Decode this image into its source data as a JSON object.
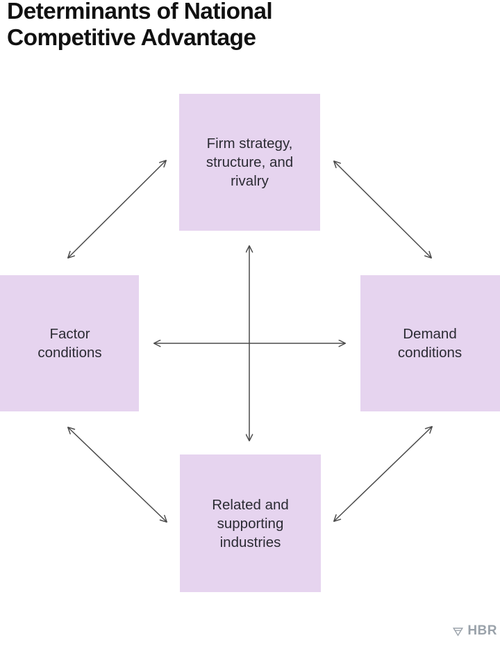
{
  "page": {
    "title": "Determinants of National\nCompetitive Advantage",
    "background_color": "#ffffff"
  },
  "diagram": {
    "type": "diamond-model",
    "box_fill_color": "#e6d4ef",
    "box_text_color": "#2b2b33",
    "arrow_color": "#4a4a4a",
    "nodes": [
      {
        "id": "firm-strategy",
        "position": "top",
        "label": "Firm strategy,\nstructure, and\nrivalry"
      },
      {
        "id": "factor-conditions",
        "position": "left",
        "label": "Factor\nconditions"
      },
      {
        "id": "demand-conditions",
        "position": "right",
        "label": "Demand\nconditions"
      },
      {
        "id": "related-industries",
        "position": "bottom",
        "label": "Related and\nsupporting\nindustries"
      }
    ],
    "connectors": [
      {
        "id": "vertical-axis",
        "style": "double-headed",
        "from": "firm-strategy",
        "to": "related-industries"
      },
      {
        "id": "horizontal-axis",
        "style": "double-headed",
        "from": "factor-conditions",
        "to": "demand-conditions"
      },
      {
        "id": "top-left-diagonal",
        "style": "double-headed",
        "from": "factor-conditions",
        "to": "firm-strategy"
      },
      {
        "id": "top-right-diagonal",
        "style": "double-headed",
        "from": "firm-strategy",
        "to": "demand-conditions"
      },
      {
        "id": "bottom-left-diagonal",
        "style": "double-headed",
        "from": "factor-conditions",
        "to": "related-industries"
      },
      {
        "id": "bottom-right-diagonal",
        "style": "double-headed",
        "from": "related-industries",
        "to": "demand-conditions"
      }
    ]
  },
  "footer": {
    "logo_wordmark": "HBR",
    "logo_color": "#9aa2aa"
  }
}
